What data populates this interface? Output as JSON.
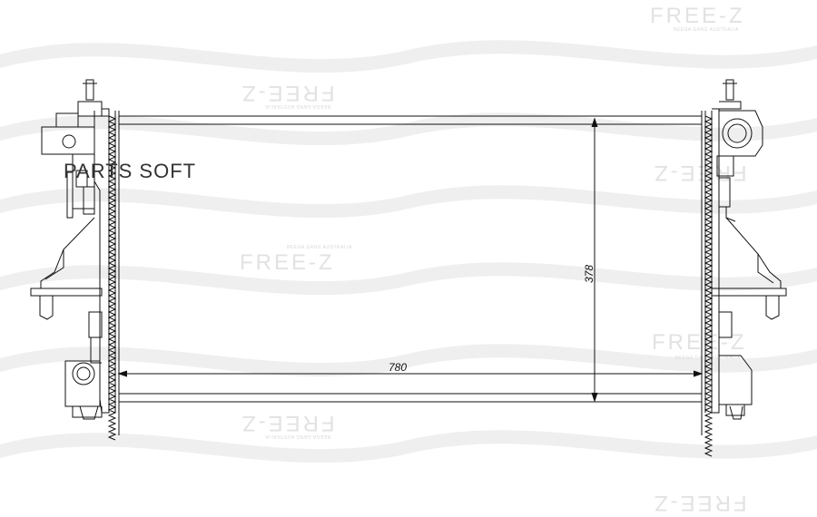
{
  "brand_overlay": "PARTS SOFT",
  "watermark": {
    "logo_text": "FREE-Z",
    "logo_text_mirrored": "FREE-Z",
    "tagline": "BEEGA GANG AUSTRALIA"
  },
  "dimensions": {
    "width_label": "780",
    "height_label": "378"
  },
  "colors": {
    "line": "#111111",
    "watermark": "#e2e2e2",
    "swoosh": "#ececec"
  }
}
